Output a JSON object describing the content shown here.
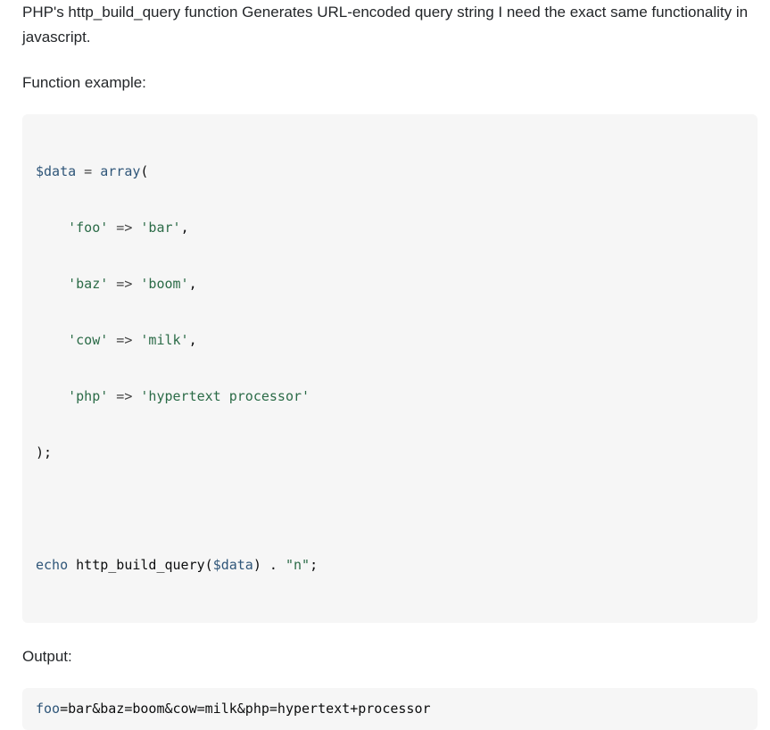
{
  "post": {
    "intro": "PHP's http_build_query function Generates URL-encoded query string I need the exact same functionality in javascript.",
    "example_label": "Function example:",
    "output_label": "Output:"
  },
  "code": {
    "line1": {
      "var": "$data",
      "eq": " = ",
      "fn": "array",
      "paren": "("
    },
    "items": [
      {
        "indent": "    ",
        "key": "'foo'",
        "arrow": " => ",
        "val": "'bar'",
        "end": ","
      },
      {
        "indent": "    ",
        "key": "'baz'",
        "arrow": " => ",
        "val": "'boom'",
        "end": ","
      },
      {
        "indent": "    ",
        "key": "'cow'",
        "arrow": " => ",
        "val": "'milk'",
        "end": ","
      },
      {
        "indent": "    ",
        "key": "'php'",
        "arrow": " => ",
        "val": "'hypertext processor'",
        "end": ""
      }
    ],
    "close": ");",
    "echo_kw": "echo",
    "echo_call": " http_build_query(",
    "echo_var": "$data",
    "echo_rest": ") . ",
    "echo_str": "\"n\"",
    "echo_end": ";"
  },
  "output": {
    "first": "foo",
    "rest": "=bar&baz=boom&cow=milk&php=hypertext+processor"
  }
}
